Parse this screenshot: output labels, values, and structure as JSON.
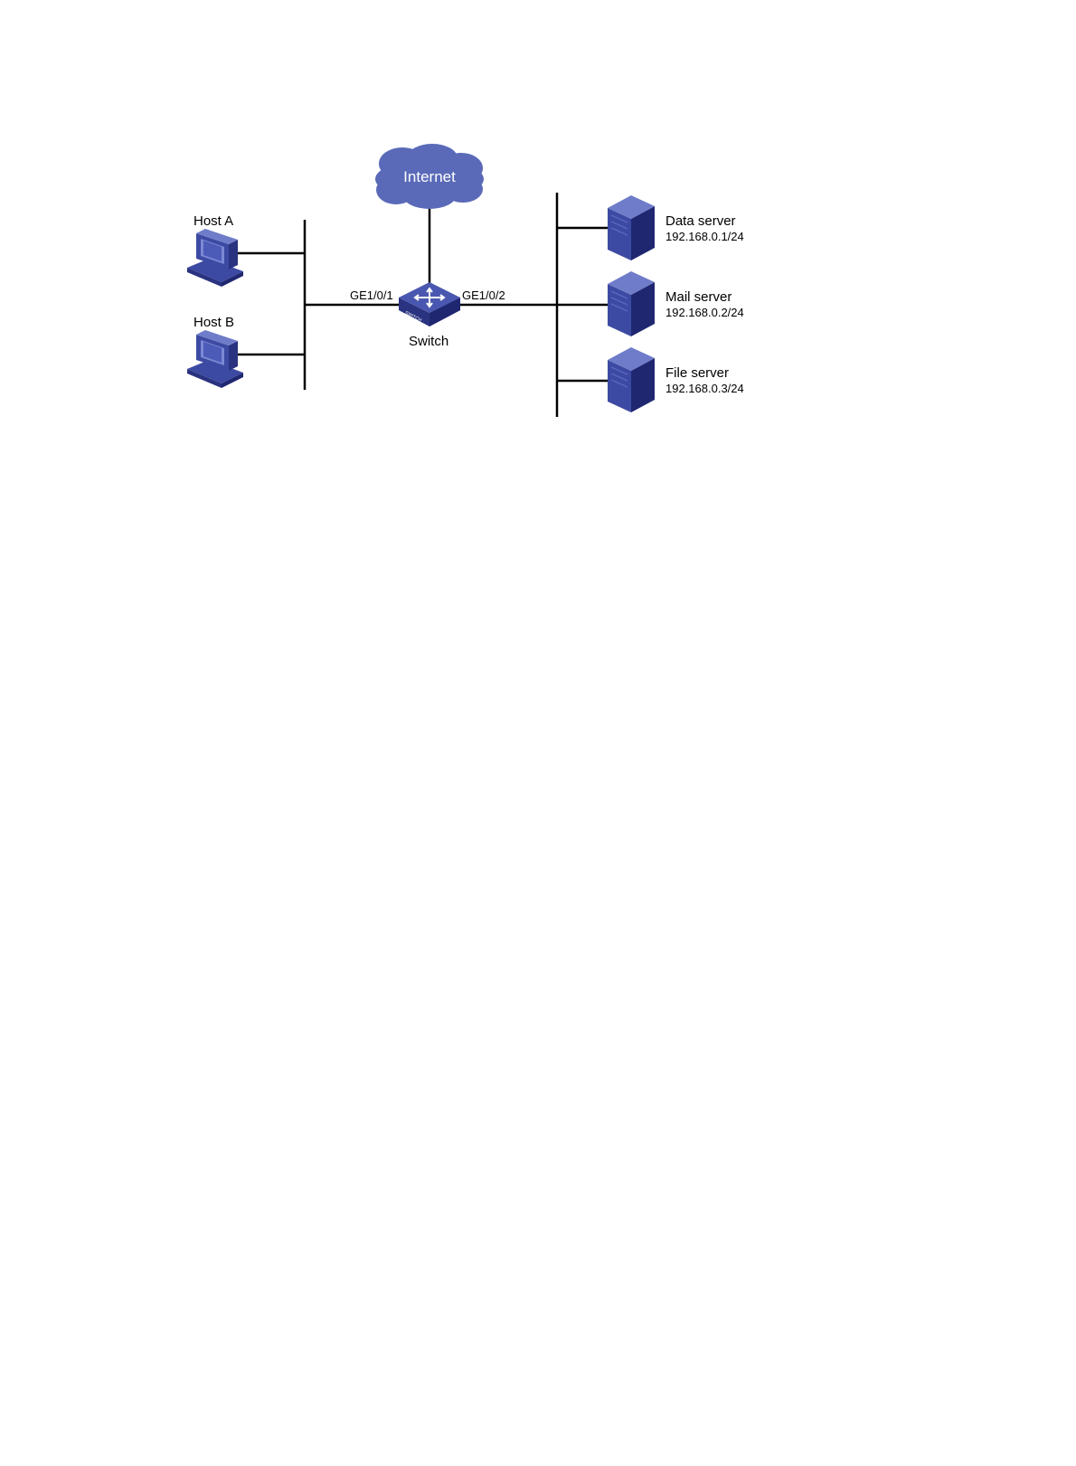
{
  "cloud": {
    "label": "Internet"
  },
  "switch": {
    "label": "Switch",
    "badge": "SWITCH",
    "port_left": "GE1/0/1",
    "port_right": "GE1/0/2"
  },
  "hosts": [
    {
      "label": "Host A"
    },
    {
      "label": "Host B"
    }
  ],
  "servers": [
    {
      "label": "Data server",
      "ip": "192.168.0.1/24"
    },
    {
      "label": "Mail server",
      "ip": "192.168.0.2/24"
    },
    {
      "label": "File server",
      "ip": "192.168.0.3/24"
    }
  ],
  "colors": {
    "device_blue": "#3d4aa3",
    "device_dark": "#2a3380",
    "device_light": "#6f7cc9",
    "cloud": "#5a6ab8",
    "line": "#000000"
  }
}
